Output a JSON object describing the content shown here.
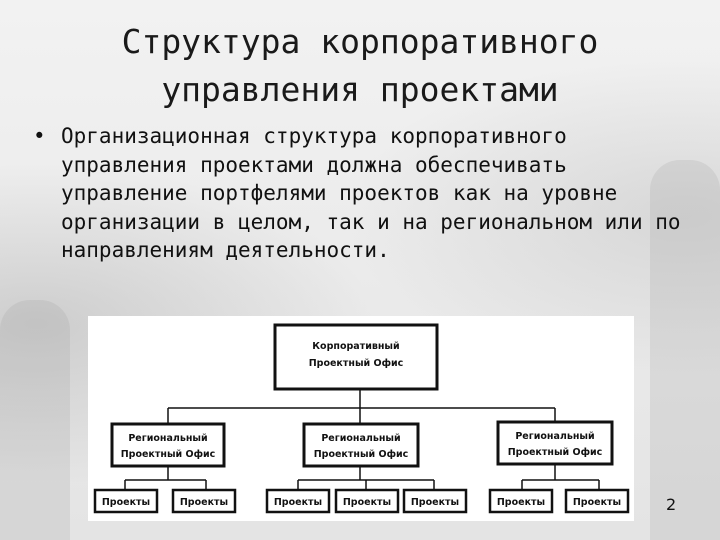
{
  "slide": {
    "title_line1": "Структура корпоративного",
    "title_line2": "управления проектами",
    "bullet_marker": "•",
    "bullet_text": "Организационная структура корпоративного управления проектами должна обеспечивать управление портфелями проектов как на уровне организации в целом, так и на региональном или по направлениям деятельности.",
    "page_number": "2"
  },
  "diagram": {
    "root": {
      "line1": "Корпоративный",
      "line2": "Проектный Офис"
    },
    "regions": [
      {
        "line1": "Региональный",
        "line2": "Проектный Офис",
        "projects": [
          "Проекты",
          "Проекты"
        ]
      },
      {
        "line1": "Региональный",
        "line2": "Проектный Офис",
        "projects": [
          "Проекты",
          "Проекты",
          "Проекты"
        ]
      },
      {
        "line1": "Региональный",
        "line2": "Проектный Офис",
        "projects": [
          "Проекты",
          "Проекты"
        ]
      }
    ]
  }
}
